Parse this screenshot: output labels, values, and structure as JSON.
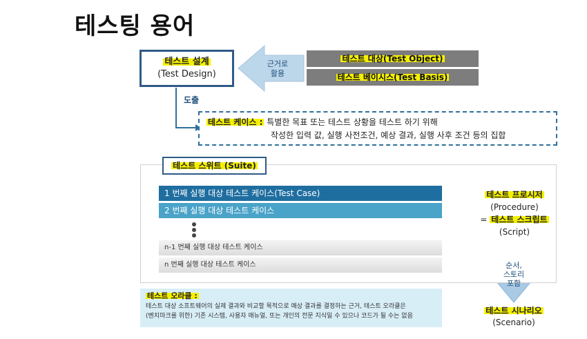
{
  "title": "테스팅 용어",
  "design": {
    "name": "테스트 설계",
    "en": "(Test Design)"
  },
  "sources": {
    "object": "테스트 대상(Test Object)",
    "basis": "테스트 베이시스(Test Basis)"
  },
  "arrow_label": {
    "line1": "근거로",
    "line2": "활용"
  },
  "derive_label": "도출",
  "test_case": {
    "term": "테스트 케이스 :",
    "line1": "특별한 목표 또는 테스트 상황을 테스트 하기 위해",
    "line2": "작성한 입력 값, 실행 사전조건, 예상 결과, 실행 사후 조건 등의 집합"
  },
  "suite": {
    "title": "테스트 스위트 (Suite)",
    "rows": [
      "1 번째 실행 대상 테스트 케이스(Test Case)",
      "2 번째 실행 대상 테스트 케이스",
      "n-1 번째 실행 대상 테스트 케이스",
      "n 번째 실행 대상 테스트 케이스"
    ]
  },
  "procedure": {
    "term": "테스트 프로시저",
    "en": "(Procedure)",
    "eq": "=",
    "script_term": "테스트 스크립트",
    "script_en": "(Script)"
  },
  "down_arrow": {
    "line1": "순서,",
    "line2": "스토리",
    "line3": "포함"
  },
  "scenario": {
    "term": "테스트 시나리오",
    "en": "(Scenario)"
  },
  "oracle": {
    "term": "테스트 오라클 :",
    "line1": "테스트 대상 소프트웨어의 실제 결과와 비교할 목적으로 예상 결과를 결정하는 근거,  테스트 오라클은",
    "line2": "(벤치마크를 위한) 기존 시스템, 사용자 매뉴얼, 또는 개인의 전문 지식일 수 있으나 코드가 될 수는 없음"
  },
  "colors": {
    "dark_blue": "#1f6ea0",
    "mid_blue": "#4aa3c8",
    "highlight": "#f5f000",
    "gray": "#7d7d7d"
  }
}
